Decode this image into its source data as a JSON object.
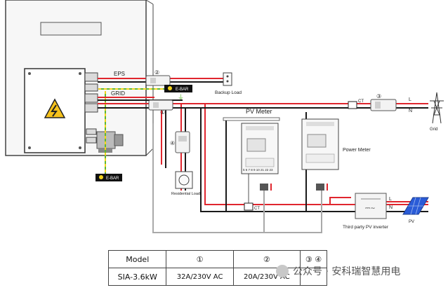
{
  "diagram": {
    "labels": {
      "eps": "EPS",
      "grid_port": "GRID",
      "ebar_top": "E-BAR",
      "ebar_bottom": "E-BAR",
      "backup_load": "Backup Load",
      "pv_meter": "PV Meter",
      "power_meter": "Power Meter",
      "residential_load": "Residential Load",
      "grid": "Grid",
      "ct_top": "CT",
      "ct_bottom": "CT",
      "pv": "PV",
      "third_party_inverter": "Third party PV inverter",
      "L_grid": "L",
      "N_grid": "N",
      "L_pv": "L",
      "N_pv": "N",
      "circle_1": "①",
      "circle_2": "②",
      "circle_3": "③",
      "circle_4": "④",
      "meter_terminals": "5 6 7 8 9 10 21 22 23"
    },
    "colors": {
      "live": "#e0262e",
      "neutral": "#1a1a1a",
      "earth": "#5fb832",
      "earth_stripe": "#f2d21b",
      "comm": "#a9a9a9",
      "ct_wire": "#f3c26b"
    }
  },
  "table": {
    "header": [
      "Model",
      "①",
      "②",
      "③ ④"
    ],
    "rows": [
      [
        "SIA-3.6kW",
        "32A/230V AC",
        "20A/230V AC",
        ""
      ]
    ]
  },
  "watermark": "公众号 · 安科瑞智慧用电"
}
